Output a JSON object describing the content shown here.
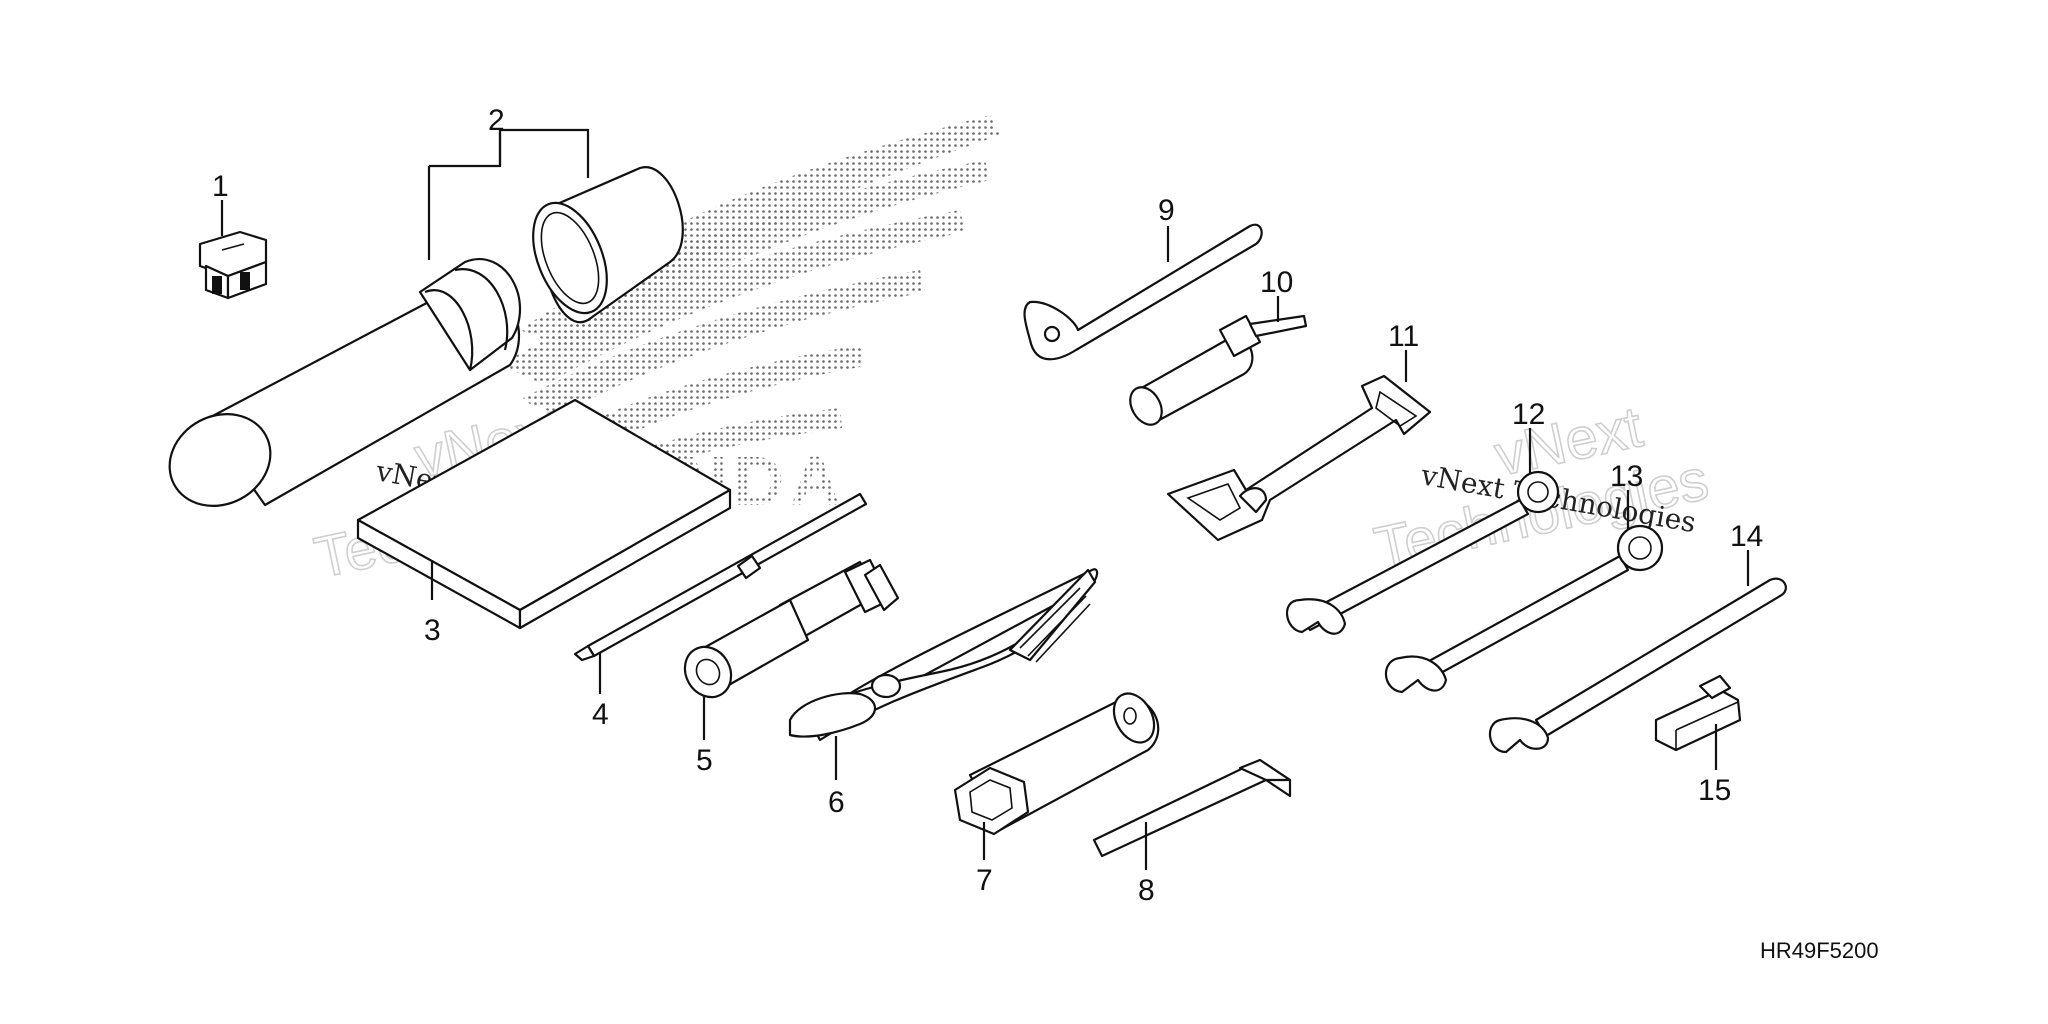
{
  "diagram": {
    "parts": [
      {
        "number": "1"
      },
      {
        "number": "2"
      },
      {
        "number": "3"
      },
      {
        "number": "4"
      },
      {
        "number": "5"
      },
      {
        "number": "6"
      },
      {
        "number": "7"
      },
      {
        "number": "8"
      },
      {
        "number": "9"
      },
      {
        "number": "10"
      },
      {
        "number": "11"
      },
      {
        "number": "12"
      },
      {
        "number": "13"
      },
      {
        "number": "14"
      },
      {
        "number": "15"
      }
    ],
    "diagram_code": "HR49F5200",
    "logo_text": "HONDA",
    "watermarks": {
      "company": "vNext Technologies",
      "brand_line1": "vNext",
      "brand_line2": "Technologies"
    }
  }
}
